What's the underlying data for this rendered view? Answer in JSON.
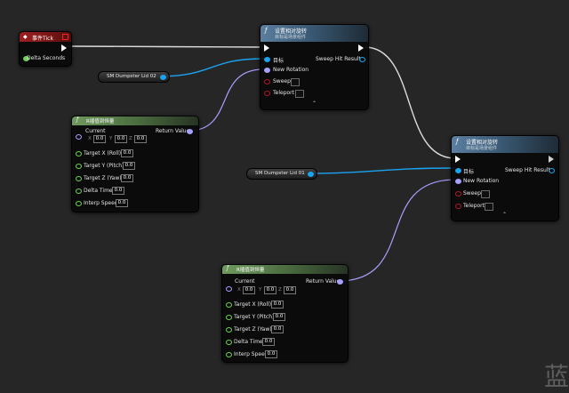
{
  "event_tick": {
    "title": "事件Tick",
    "delta_seconds": "Delta Seconds"
  },
  "set_rotation_1": {
    "title": "设置相对旋转",
    "subtitle": "目标是场景组件",
    "target": "目标",
    "new_rotation": "New Rotation",
    "sweep": "Sweep",
    "teleport": "Teleport",
    "sweep_hit_result": "Sweep Hit Result",
    "expand": "⌃"
  },
  "set_rotation_2": {
    "title": "设置相对旋转",
    "subtitle": "目标是场景组件",
    "target": "目标",
    "new_rotation": "New Rotation",
    "sweep": "Sweep",
    "teleport": "Teleport",
    "sweep_hit_result": "Sweep Hit Result",
    "expand": "⌃"
  },
  "var_lid_02": {
    "label": "SM Dumpster Lid 02"
  },
  "var_lid_01": {
    "label": "SM Dumpster Lid 01"
  },
  "rinterp_1": {
    "title": "R插值到恒量",
    "current": "Current",
    "return_value": "Return Value",
    "x_label": "X",
    "y_label": "Y",
    "z_label": "Z",
    "x": "0.0",
    "y": "0.0",
    "z": "0.0",
    "target_x": "Target X (Roll)",
    "target_x_val": "0.0",
    "target_y": "Target Y (Pitch)",
    "target_y_val": "0.0",
    "target_z": "Target Z (Yaw)",
    "target_z_val": "0.0",
    "delta_time": "Delta Time",
    "delta_time_val": "0.0",
    "interp_speed": "Interp Speed",
    "interp_speed_val": "0.0"
  },
  "rinterp_2": {
    "title": "R插值到恒量",
    "current": "Current",
    "return_value": "Return Value",
    "x_label": "X",
    "y_label": "Y",
    "z_label": "Z",
    "x": "0.0",
    "y": "0.0",
    "z": "0.0",
    "target_x": "Target X (Roll)",
    "target_x_val": "0.0",
    "target_y": "Target Y (Pitch)",
    "target_y_val": "0.0",
    "target_z": "Target Z (Yaw)",
    "target_z_val": "0.0",
    "delta_time": "Delta Time",
    "delta_time_val": "0.0",
    "interp_speed": "Interp Speed",
    "interp_speed_val": "0.0"
  },
  "watermark": "蓝",
  "colors": {
    "exec_wire": "#e0e0e0",
    "object_wire": "#1aa3f0",
    "rotator_wire": "#a6a0ff"
  }
}
